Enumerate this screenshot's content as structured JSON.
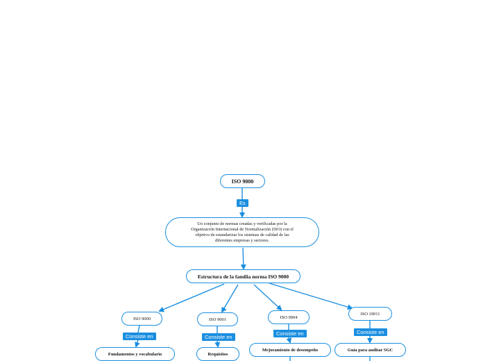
{
  "diagram": {
    "root": {
      "title": "ISO 9000"
    },
    "root_link": "Es",
    "definition": "Un conjunto de normas creadas y verificadas por la Organización Internacional de Normalización (ISO) con el objetivo de estandarizar los sistemas de calidad de las diferentes empresas y sectores.",
    "family_title": "Estructura de la familia norma ISO 9000",
    "branches": [
      {
        "standard": "ISO 9000",
        "link": "Consiste en",
        "description": "Fundamentos y vocabulario"
      },
      {
        "standard": "ISO 9001",
        "link": "Consiste en",
        "description": "Requisitos"
      },
      {
        "standard": "ISO 9004",
        "link": "Consiste en",
        "description": "Mejoramiento de desempeño"
      },
      {
        "standard": "ISO 19011",
        "link": "Consiste en",
        "description": "Guía para auditar SGC"
      }
    ]
  },
  "colors": {
    "accent": "#1a8ee0",
    "label_bg": "#1a8ee0",
    "label_text": "#ffffff",
    "text": "#111111"
  }
}
